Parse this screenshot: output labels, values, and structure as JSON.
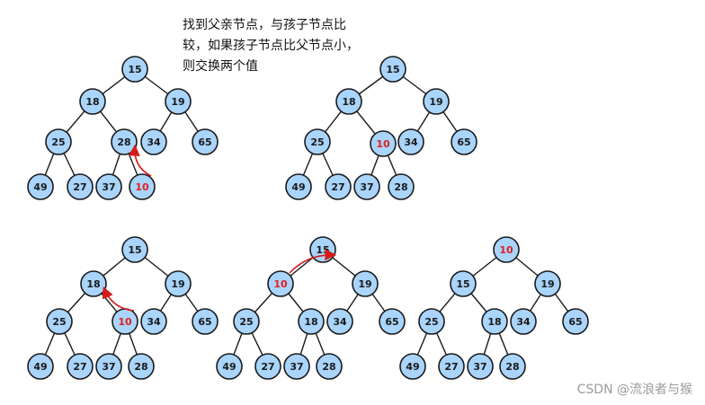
{
  "caption": {
    "lines": [
      "找到父亲节点，与孩子节点比",
      "较，如果孩子节点比父节点小，",
      "则交换两个值"
    ]
  },
  "watermark": "CSDN @流浪者与猴",
  "colors": {
    "node_fill": "#a9d4fb",
    "node_stroke": "#1a1a1a",
    "edge": "#1a1a1a",
    "normal_text": "#1a1a1a",
    "highlight_text": "#e02020",
    "arrow": "#d61a1a"
  },
  "trees": [
    {
      "step": 1,
      "nodes": [
        "15",
        "18",
        "19",
        "25",
        "28",
        "34",
        "65",
        "49",
        "27",
        "37",
        "10"
      ],
      "highlight": [
        "10"
      ],
      "swap_arrow": {
        "from": "10",
        "to": "28"
      }
    },
    {
      "step": 2,
      "nodes": [
        "15",
        "18",
        "19",
        "25",
        "10",
        "34",
        "65",
        "49",
        "27",
        "37",
        "28"
      ],
      "highlight": [
        "10"
      ],
      "swap_arrow": null
    },
    {
      "step": 3,
      "nodes": [
        "15",
        "18",
        "19",
        "25",
        "10",
        "34",
        "65",
        "49",
        "27",
        "37",
        "28"
      ],
      "highlight": [
        "10"
      ],
      "swap_arrow": {
        "from": "10",
        "to": "18"
      }
    },
    {
      "step": 4,
      "nodes": [
        "15",
        "10",
        "19",
        "25",
        "18",
        "34",
        "65",
        "49",
        "27",
        "37",
        "28"
      ],
      "highlight": [
        "10"
      ],
      "swap_arrow": {
        "from": "10",
        "to": "15"
      }
    },
    {
      "step": 5,
      "nodes": [
        "10",
        "15",
        "19",
        "25",
        "18",
        "34",
        "65",
        "49",
        "27",
        "37",
        "28"
      ],
      "highlight": [
        "10"
      ],
      "swap_arrow": null
    }
  ]
}
